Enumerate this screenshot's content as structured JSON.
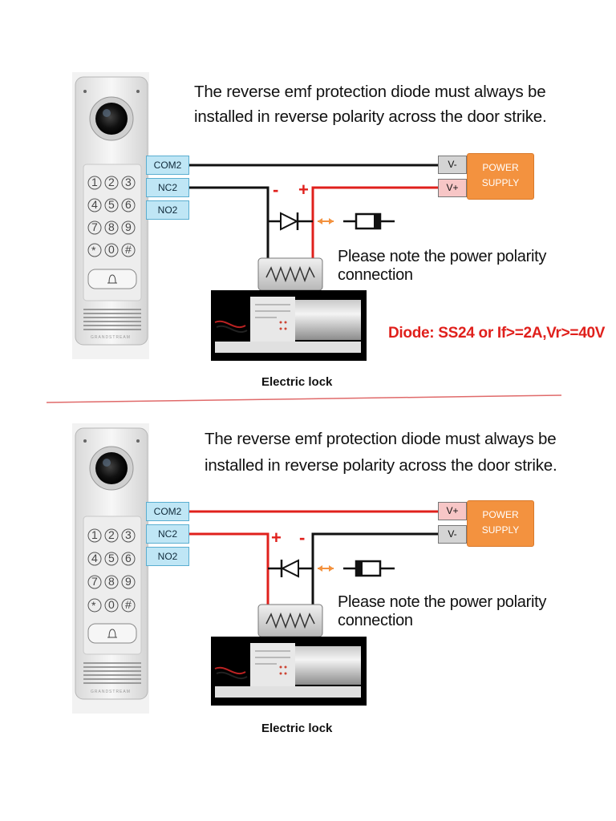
{
  "colors": {
    "wire_red": "#e0201c",
    "wire_black": "#111111",
    "terminal": "#bfe6f5",
    "power_supply": "#f3923f",
    "arrow": "#f3923f"
  },
  "panels": [
    {
      "caption_line1": "The reverse emf protection diode must always be",
      "caption_line2": "installed in reverse polarity across the door strike.",
      "terminals": [
        "COM2",
        "NC2",
        "NO2"
      ],
      "psu_top": "V-",
      "psu_bottom": "V+",
      "power_supply_line1": "POWER",
      "power_supply_line2": "SUPPLY",
      "left_sign": "-",
      "right_sign": "+",
      "note": "Please note the power polarity connection",
      "diode_spec": "Diode: SS24 or If>=2A,Vr>=40V",
      "lock_label": "Electric lock",
      "keypad": [
        "1",
        "2",
        "3",
        "4",
        "5",
        "6",
        "7",
        "8",
        "9",
        "*",
        "0",
        "#"
      ],
      "brand": "GRANDSTREAM"
    },
    {
      "caption_line1": "The reverse emf protection diode must always be",
      "caption_line2": "installed in reverse polarity across the door strike.",
      "terminals": [
        "COM2",
        "NC2",
        "NO2"
      ],
      "psu_top": "V+",
      "psu_bottom": "V-",
      "power_supply_line1": "POWER",
      "power_supply_line2": "SUPPLY",
      "left_sign": "+",
      "right_sign": "-",
      "note": "Please note the power polarity connection",
      "lock_label": "Electric lock",
      "keypad": [
        "1",
        "2",
        "3",
        "4",
        "5",
        "6",
        "7",
        "8",
        "9",
        "*",
        "0",
        "#"
      ],
      "brand": "GRANDSTREAM"
    }
  ]
}
